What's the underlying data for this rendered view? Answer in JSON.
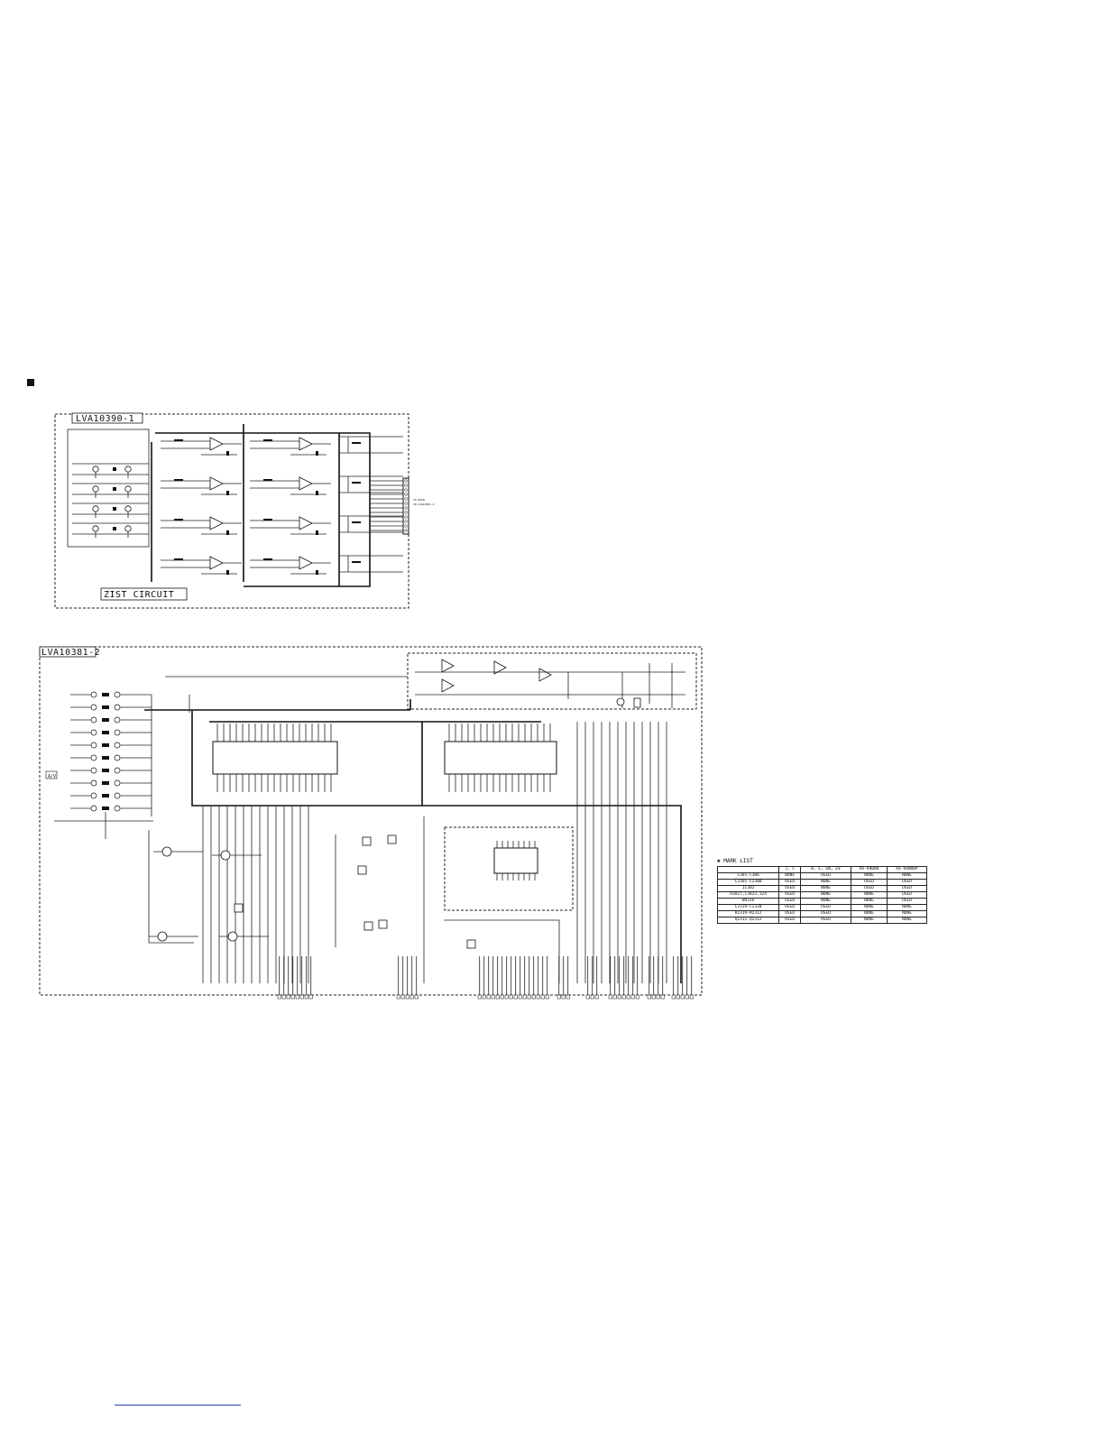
{
  "board1": {
    "title": "LVA10390-1",
    "circuit_label": "ZIST CIRCUIT"
  },
  "board2": {
    "title": "LVA10381-2"
  },
  "mark_list": {
    "title": "✱ MARK LIST",
    "headers": [
      "",
      "J, C",
      "B, E, GN, EV",
      "AX-V8000",
      "AX-V8000P"
    ],
    "rows": [
      [
        "C301-C306",
        "NONE",
        "USED",
        "NONE",
        "NONE"
      ],
      [
        "C2301-C2308",
        "USED",
        "NONE",
        "USED",
        "USED"
      ],
      [
        "IC302",
        "USED",
        "NONE",
        "USED",
        "USED"
      ],
      [
        "R3017,C3023,324",
        "USED",
        "NONE",
        "NONE",
        "USED"
      ],
      [
        "W4316",
        "USED",
        "NONE",
        "NONE",
        "USED"
      ],
      [
        "C2319-C2320",
        "USED",
        "USED",
        "NONE",
        "NONE"
      ],
      [
        "R2319-R2312",
        "USED",
        "USED",
        "NONE",
        "NONE"
      ],
      [
        "Q2311-Q2312",
        "USED",
        "USED",
        "NONE",
        "NONE"
      ]
    ]
  }
}
